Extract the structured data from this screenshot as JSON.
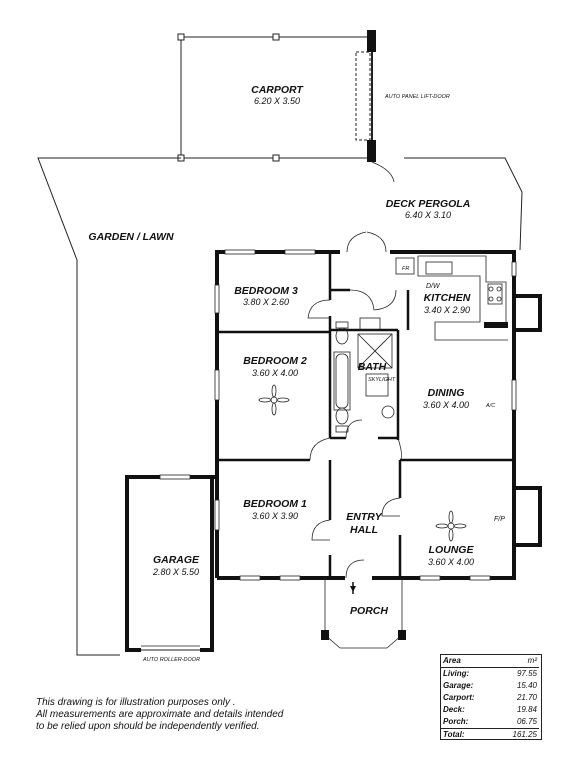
{
  "rooms": {
    "carport": {
      "name": "CARPORT",
      "dims": "6.20 X 3.50"
    },
    "deck": {
      "name": "DECK PERGOLA",
      "dims": "6.40 X 3.10"
    },
    "garden": {
      "name": "GARDEN / LAWN"
    },
    "bedroom3": {
      "name": "BEDROOM 3",
      "dims": "3.80 X 2.60"
    },
    "kitchen": {
      "name": "KITCHEN",
      "dims": "3.40 X 2.90"
    },
    "bedroom2": {
      "name": "BEDROOM 2",
      "dims": "3.60 X 4.00"
    },
    "bath": {
      "name": "BATH"
    },
    "dining": {
      "name": "DINING",
      "dims": "3.60 X 4.00"
    },
    "bedroom1": {
      "name": "BEDROOM 1",
      "dims": "3.60 X 3.90"
    },
    "entry": {
      "name_line1": "ENTRY",
      "name_line2": "HALL"
    },
    "lounge": {
      "name": "LOUNGE",
      "dims": "3.60 X 4.00"
    },
    "garage": {
      "name": "GARAGE",
      "dims": "2.80 X 5.50"
    },
    "porch": {
      "name": "PORCH"
    }
  },
  "annotations": {
    "auto_panel": "AUTO PANEL LIFT-DOOR",
    "auto_roller": "AUTO ROLLER-DOOR",
    "fr": "FR",
    "dw": "D/W",
    "skylight": "SKYLIGHT",
    "ac": "A/C",
    "fp": "F/P"
  },
  "area_table": {
    "header": {
      "label": "Area",
      "unit": "m²"
    },
    "rows": [
      {
        "label": "Living:",
        "value": "97.55"
      },
      {
        "label": "Garage:",
        "value": "15.40"
      },
      {
        "label": "Carport:",
        "value": "21.70"
      },
      {
        "label": "Deck:",
        "value": "19.84"
      },
      {
        "label": "Porch:",
        "value": "06.75"
      }
    ],
    "total": {
      "label": "Total:",
      "value": "161.25"
    }
  },
  "disclaimer": {
    "line1": "This drawing is for illustration purposes only .",
    "line2": "All measurements are approximate and details intended",
    "line3": "to be relied upon should be independently verified."
  }
}
